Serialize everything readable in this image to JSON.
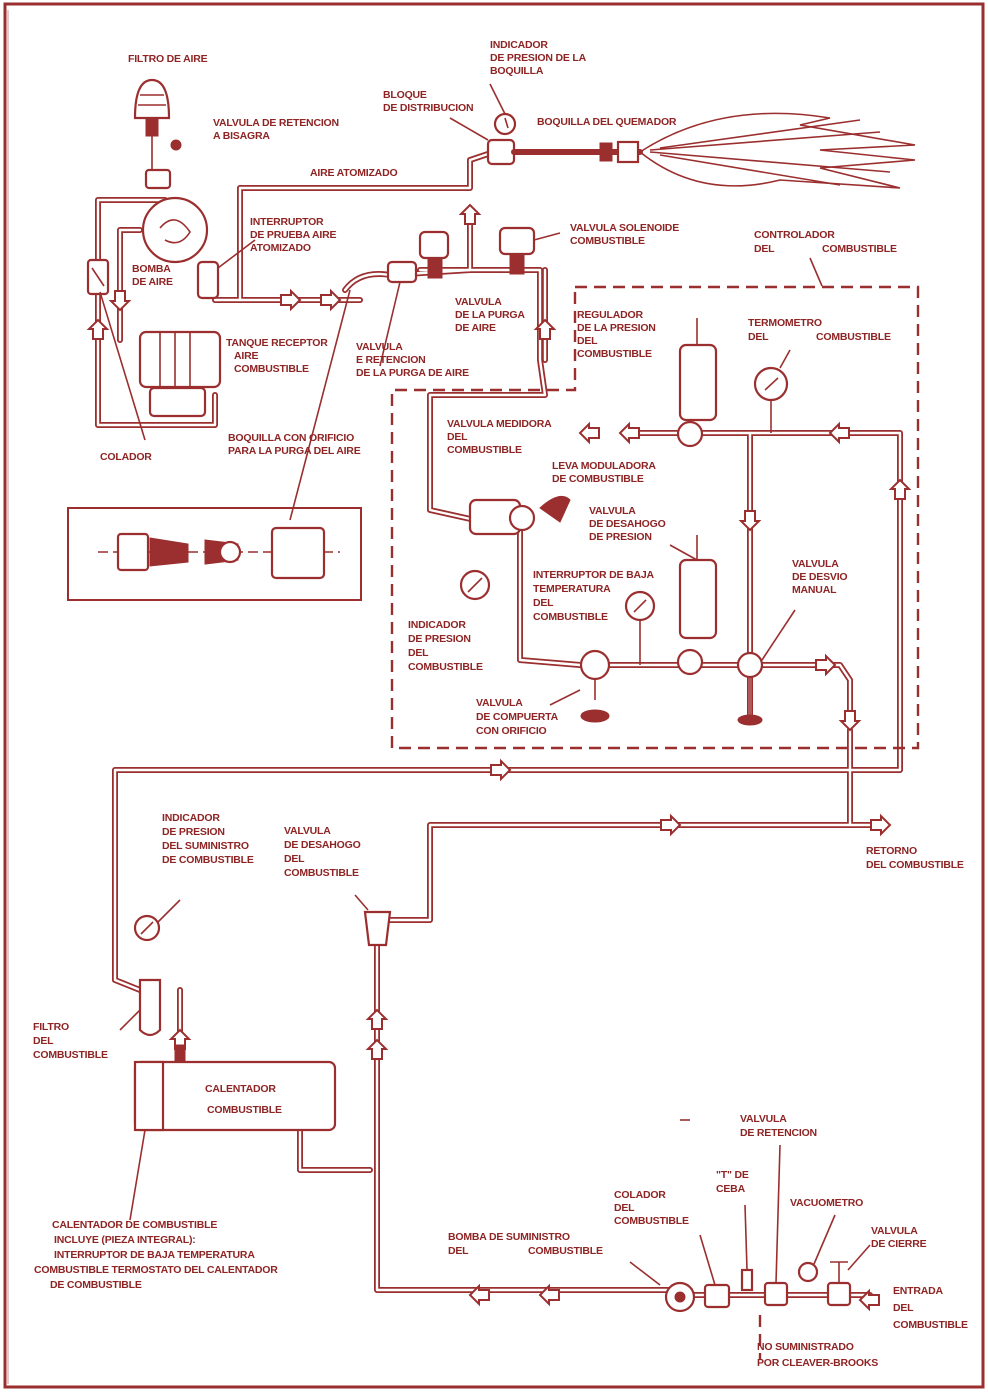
{
  "colors": {
    "line": "#9b2f2f",
    "text": "#8e2424",
    "background": "#ffffff"
  },
  "labels": {
    "filtro_aire": "FILTRO DE AIRE",
    "indicador_presion_boquilla": [
      "INDICADOR",
      "DE PRESION DE LA",
      "BOQUILLA"
    ],
    "bloque_distribucion": [
      "BLOQUE",
      "DE DISTRIBUCION"
    ],
    "boquilla_quemador": "BOQUILLA DEL QUEMADOR",
    "valvula_retencion_bisagra": [
      "VALVULA DE RETENCION",
      "A BISAGRA"
    ],
    "aire_atomizado": "AIRE ATOMIZADO",
    "interruptor_prueba_aire": [
      "INTERRUPTOR",
      "DE PRUEBA AIRE",
      "ATOMIZADO"
    ],
    "valvula_solenoide": [
      "VALVULA SOLENOIDE",
      "COMBUSTIBLE"
    ],
    "controlador_combustible": [
      "CONTROLADOR",
      "DEL",
      "COMBUSTIBLE"
    ],
    "bomba_aire": [
      "BOMBA",
      "DE AIRE"
    ],
    "valvula_purga_aire": [
      "VALVULA",
      "DE LA PURGA",
      "DE AIRE"
    ],
    "regulador_presion": [
      "REGULADOR",
      "DE LA PRESION",
      "DEL",
      "COMBUSTIBLE"
    ],
    "termometro": [
      "TERMOMETRO",
      "DEL",
      "COMBUSTIBLE"
    ],
    "tanque_receptor": [
      "TANQUE RECEPTOR",
      "AIRE",
      "COMBUSTIBLE"
    ],
    "valvula_retencion_purga": [
      "VALVULA",
      "E RETENCION",
      "DE LA PURGA DE AIRE"
    ],
    "colador": "COLADOR",
    "boquilla_orificio": [
      "BOQUILLA CON ORIFICIO",
      "PARA LA PURGA DEL AIRE"
    ],
    "valvula_medidora": [
      "VALVULA MEDIDORA",
      "DEL",
      "COMBUSTIBLE"
    ],
    "leva_moduladora": [
      "LEVA MODULADORA",
      "DE COMBUSTIBLE"
    ],
    "valvula_desahogo_presion": [
      "VALVULA",
      "DE DESAHOGO",
      "DE PRESION"
    ],
    "valvula_desvio_manual": [
      "VALVULA",
      "DE DESVIO",
      "MANUAL"
    ],
    "interruptor_baja_temp": [
      "INTERRUPTOR DE BAJA",
      "TEMPERATURA",
      "DEL",
      "COMBUSTIBLE"
    ],
    "indicador_presion_combustible": [
      "INDICADOR",
      "DE PRESION",
      "DEL",
      "COMBUSTIBLE"
    ],
    "valvula_compuerta": [
      "VALVULA",
      "DE COMPUERTA",
      "CON ORIFICIO"
    ],
    "indicador_presion_suministro": [
      "INDICADOR",
      "DE PRESION",
      "DEL SUMINISTRO",
      "DE COMBUSTIBLE"
    ],
    "valvula_desahogo_combustible": [
      "VALVULA",
      "DE DESAHOGO",
      "DEL",
      "COMBUSTIBLE"
    ],
    "retorno_combustible": [
      "RETORNO",
      "DEL COMBUSTIBLE"
    ],
    "filtro_combustible": [
      "FILTRO",
      "DEL",
      "COMBUSTIBLE"
    ],
    "calentador": [
      "CALENTADOR",
      "COMBUSTIBLE"
    ],
    "calentador_nota": [
      "CALENTADOR DE COMBUSTIBLE",
      "INCLUYE (PIEZA INTEGRAL):",
      "INTERRUPTOR DE BAJA TEMPERATURA",
      "COMBUSTIBLE TERMOSTATO DEL CALENTADOR",
      "DE COMBUSTIBLE"
    ],
    "valvula_retencion": [
      "VALVULA",
      "DE RETENCION"
    ],
    "t_ceba": [
      "\"T\" DE",
      "CEBA"
    ],
    "colador_combustible": [
      "COLADOR",
      "DEL",
      "COMBUSTIBLE"
    ],
    "vacuometro": "VACUOMETRO",
    "valvula_cierre": [
      "VALVULA",
      "DE CIERRE"
    ],
    "bomba_suministro": [
      "BOMBA DE SUMINISTRO",
      "DEL",
      "COMBUSTIBLE"
    ],
    "entrada_combustible": [
      "ENTRADA",
      "DEL",
      "COMBUSTIBLE"
    ],
    "no_suministrado": [
      "NO SUMINISTRADO",
      "POR CLEAVER-BROOKS"
    ]
  }
}
